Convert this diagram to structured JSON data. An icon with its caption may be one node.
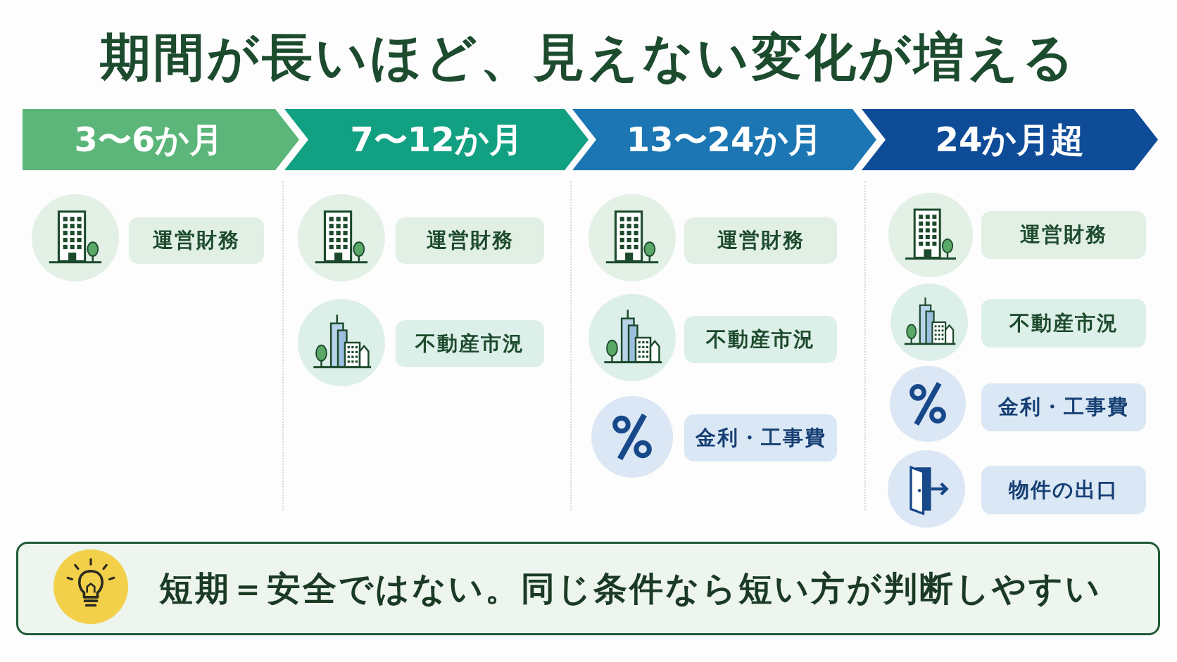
{
  "diagram": {
    "title": "期間が長いほど、見えない変化が増える",
    "nodes": [
      {
        "text": [
          "3〜6か月"
        ]
      },
      {
        "text": [
          "7〜12か月"
        ]
      },
      {
        "text": [
          "13〜24か月"
        ]
      },
      {
        "text": [
          "24か月超"
        ]
      },
      {
        "text": [
          "運営財務"
        ]
      },
      {
        "text": [
          "運営財務"
        ]
      },
      {
        "text": [
          "不動産市況"
        ]
      },
      {
        "text": [
          "運営財務"
        ]
      },
      {
        "text": [
          "不動産市況"
        ]
      },
      {
        "text": [
          "金利・工事費"
        ]
      },
      {
        "text": [
          "運営財務"
        ]
      },
      {
        "text": [
          "不動産市況"
        ]
      },
      {
        "text": [
          "金利・工事費"
        ]
      },
      {
        "text": [
          "物件の出口"
        ]
      },
      {
        "text": [
          "短期＝安全ではない。同じ条件なら短い方が判断しやすい"
        ]
      }
    ]
  }
}
